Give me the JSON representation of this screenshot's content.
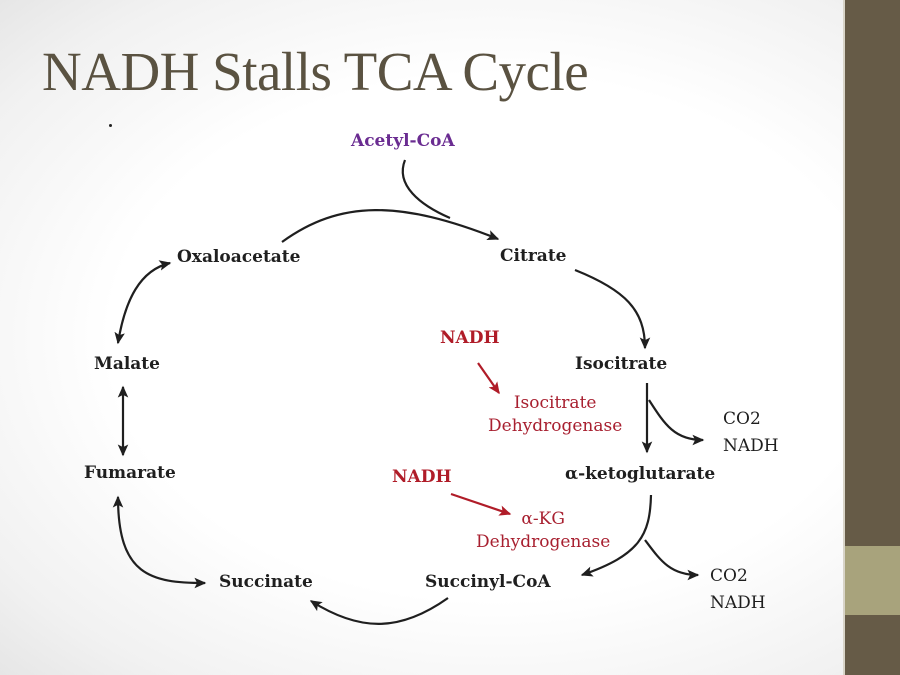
{
  "slide": {
    "title": "NADH Stalls TCA Cycle",
    "theme_colors": {
      "sidebar": "#665b47",
      "sidebar_accent": "#a8a37c",
      "title_text": "#5a5241",
      "inhibitor": "#b01c28",
      "enzyme": "#a82030",
      "acetyl_coa": "#6a2c91"
    }
  },
  "diagram": {
    "input": "Acetyl-CoA",
    "metabolites": {
      "citrate": "Citrate",
      "isocitrate": "Isocitrate",
      "alpha_kg": "α-ketoglutarate",
      "succinyl_coa": "Succinyl-CoA",
      "succinate": "Succinate",
      "fumarate": "Fumarate",
      "malate": "Malate",
      "oxaloacetate": "Oxaloacetate"
    },
    "enzymes": [
      {
        "line1": "Isocitrate",
        "line2": "Dehydrogenase",
        "inhibitor": "NADH"
      },
      {
        "line1": "α-KG",
        "line2": "Dehydrogenase",
        "inhibitor": "NADH"
      }
    ],
    "products": [
      {
        "line1": "CO2",
        "line2": "NADH"
      },
      {
        "line1": "CO2",
        "line2": "NADH"
      }
    ]
  }
}
